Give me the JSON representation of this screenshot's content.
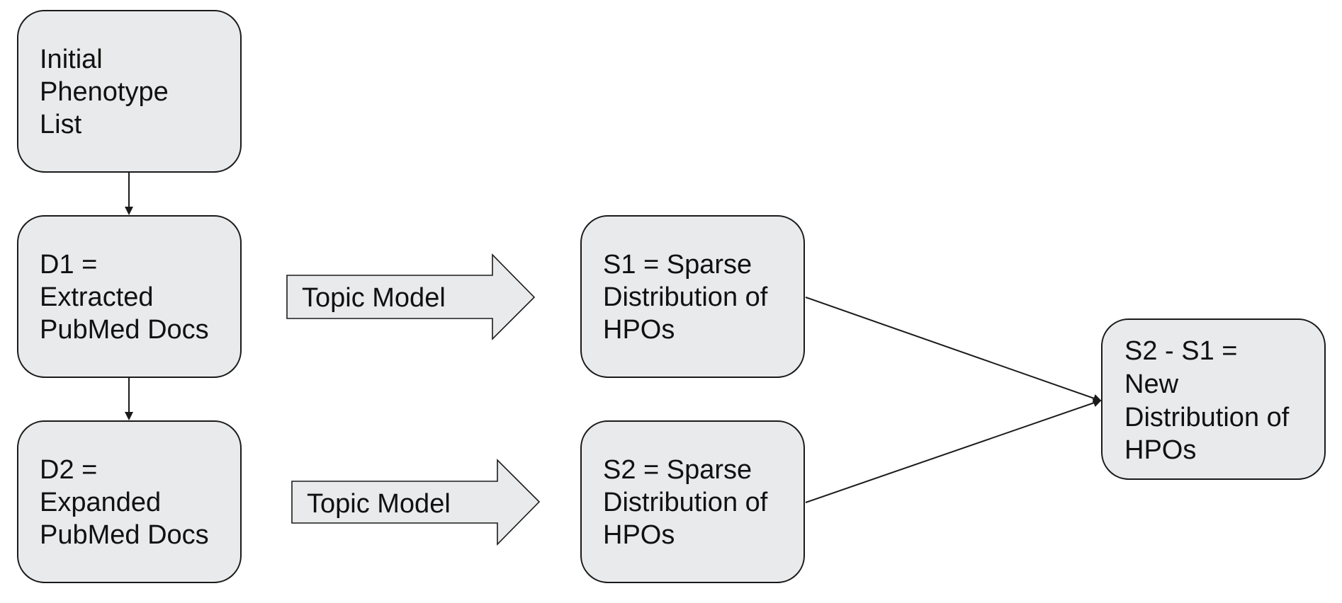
{
  "nodes": {
    "initial": {
      "lines": [
        "Initial",
        "Phenotype",
        "List"
      ]
    },
    "d1": {
      "lines": [
        "D1 =",
        "Extracted",
        "PubMed Docs"
      ]
    },
    "d2": {
      "lines": [
        "D2 =",
        "Expanded",
        "PubMed Docs"
      ]
    },
    "s1": {
      "lines": [
        "S1 = Sparse",
        "Distribution of",
        "HPOs"
      ]
    },
    "s2": {
      "lines": [
        "S2 = Sparse",
        "Distribution of",
        "HPOs"
      ]
    },
    "result": {
      "lines": [
        "S2 - S1 =",
        "New",
        "Distribution of",
        "HPOs"
      ]
    }
  },
  "arrows": {
    "topic_model_1": "Topic Model",
    "topic_model_2": "Topic Model"
  },
  "colors": {
    "box_fill": "#e8eaeb",
    "stroke": "#1a1a1a",
    "text": "#111111"
  }
}
